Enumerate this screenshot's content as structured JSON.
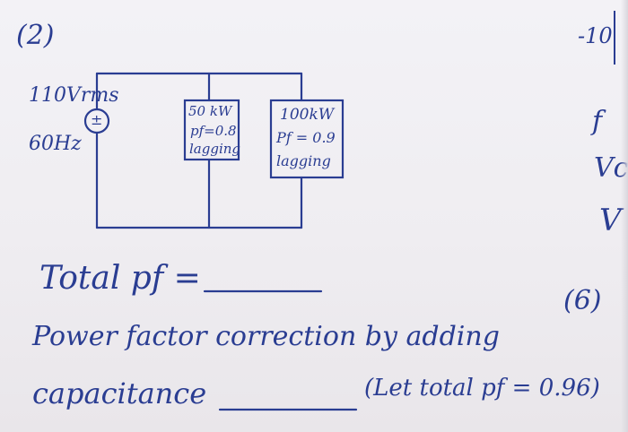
{
  "problem_number": "(2)",
  "source": {
    "voltage": "110Vrms",
    "frequency": "60Hz",
    "symbol": "±"
  },
  "loads": [
    {
      "power": "50 kW",
      "pf": "pf=0.8",
      "type": "lagging"
    },
    {
      "power": "100kW",
      "pf": "Pf = 0.9",
      "type": "lagging"
    }
  ],
  "questions": {
    "total_pf": "Total pf =",
    "correction_line1": "Power factor correction by adding",
    "correction_line2": "capacitance",
    "note": "(Let total pf = 0.96)",
    "points": "(6)"
  },
  "right_margin": {
    "top": "-10",
    "lines": [
      "f",
      "Vc",
      "V"
    ]
  }
}
